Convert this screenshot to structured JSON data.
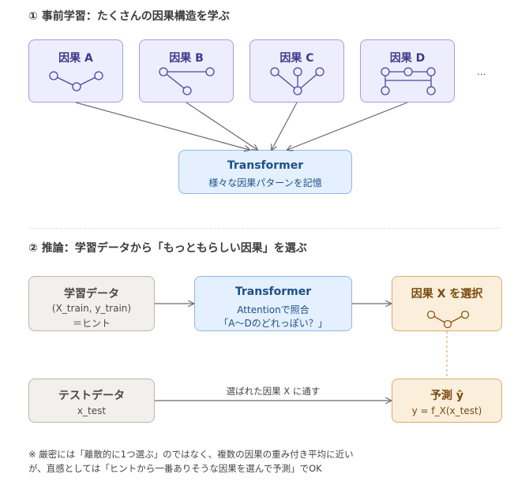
{
  "section1": {
    "heading": "① 事前学習：たくさんの因果構造を学ぶ",
    "causals": [
      {
        "label": "因果 A"
      },
      {
        "label": "因果 B"
      },
      {
        "label": "因果 C"
      },
      {
        "label": "因果 D"
      }
    ],
    "ellipsis": "...",
    "transformer": {
      "title": "Transformer",
      "subtitle": "様々な因果パターンを記憶"
    }
  },
  "section2": {
    "heading": "② 推論：学習データから「もっともらしい因果」を選ぶ",
    "train_data": {
      "title": "学習データ",
      "line1": "(X_train, y_train)",
      "line2": "＝ヒント"
    },
    "transformer": {
      "title": "Transformer",
      "line1": "Attentionで照合",
      "line2": "「A〜Dのどれっぽい？」"
    },
    "select_causal": {
      "title": "因果 X を選択"
    },
    "test_data": {
      "title": "テストデータ",
      "line1": "x_test"
    },
    "pass_label": "選ばれた因果 X に通す",
    "prediction": {
      "title": "予測 ŷ",
      "line1": "y = f_X(x_test)"
    }
  },
  "footnote": {
    "line1": "※ 厳密には「離散的に1つ選ぶ」のではなく、複数の因果の重み付き平均に近い",
    "line2": "が、直感としては「ヒントから一番ありそうな因果を選んで予測」でOK"
  },
  "colors": {
    "purple_fill": "#eeedfe",
    "purple_border": "#a29edb",
    "blue_fill": "#e4f0fd",
    "blue_border": "#8db7e8",
    "gray_fill": "#f2f0ec",
    "orange_fill": "#fbeedb",
    "orange_border": "#d8ae6c",
    "arrow": "#6a6a6a"
  }
}
